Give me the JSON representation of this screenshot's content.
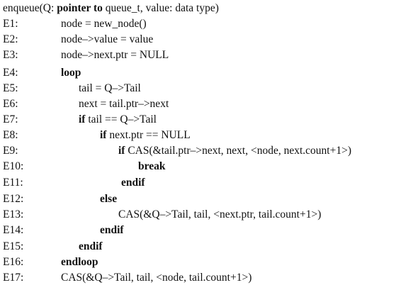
{
  "algorithm": {
    "lines": [
      {
        "label": "",
        "tokens": [
          {
            "t": "enqueue(Q: ",
            "b": false
          },
          {
            "t": "pointer to",
            "b": true
          },
          {
            "t": " queue_t, value: data type)",
            "b": false
          }
        ]
      },
      {
        "label": "E1:",
        "tokens": [
          {
            "t": "node = new_node()",
            "b": false
          }
        ]
      },
      {
        "label": "E2:",
        "tokens": [
          {
            "t": "node–>value = value",
            "b": false
          }
        ]
      },
      {
        "label": "E3:",
        "tokens": [
          {
            "t": "node–>next.ptr = NULL",
            "b": false
          }
        ]
      },
      {
        "label": "E4:",
        "tokens": [
          {
            "t": "loop",
            "b": true
          }
        ]
      },
      {
        "label": "E5:",
        "tokens": [
          {
            "t": "tail = Q–>Tail",
            "b": false
          }
        ]
      },
      {
        "label": "E6:",
        "tokens": [
          {
            "t": "next = tail.ptr–>next",
            "b": false
          }
        ]
      },
      {
        "label": "E7:",
        "tokens": [
          {
            "t": "if",
            "b": true
          },
          {
            "t": " tail == Q–>Tail",
            "b": false
          }
        ]
      },
      {
        "label": "E8:",
        "tokens": [
          {
            "t": "if",
            "b": true
          },
          {
            "t": " next.ptr == NULL",
            "b": false
          }
        ]
      },
      {
        "label": "E9:",
        "tokens": [
          {
            "t": "if",
            "b": true
          },
          {
            "t": " CAS(&tail.ptr–>next, next, <node, next.count+1>)",
            "b": false
          }
        ]
      },
      {
        "label": "E10:",
        "tokens": [
          {
            "t": "break",
            "b": true
          }
        ]
      },
      {
        "label": "E11:",
        "tokens": [
          {
            "t": "endif",
            "b": true
          }
        ]
      },
      {
        "label": "E12:",
        "tokens": [
          {
            "t": "else",
            "b": true
          }
        ]
      },
      {
        "label": "E13:",
        "tokens": [
          {
            "t": "CAS(&Q–>Tail, tail, <next.ptr, tail.count+1>)",
            "b": false
          }
        ]
      },
      {
        "label": "E14:",
        "tokens": [
          {
            "t": "endif",
            "b": true
          }
        ]
      },
      {
        "label": "E15:",
        "tokens": [
          {
            "t": "endif",
            "b": true
          }
        ]
      },
      {
        "label": "E16:",
        "tokens": [
          {
            "t": "endloop",
            "b": true
          }
        ]
      },
      {
        "label": "E17:",
        "tokens": [
          {
            "t": "CAS(&Q–>Tail, tail, <node, tail.count+1>)",
            "b": false
          }
        ]
      }
    ]
  }
}
